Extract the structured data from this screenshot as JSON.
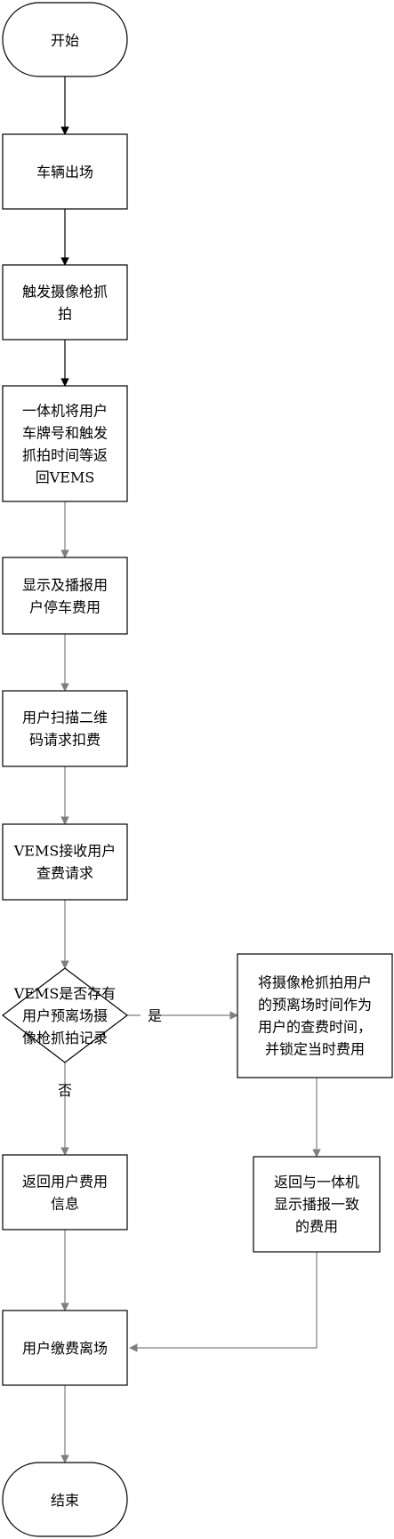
{
  "nodes": {
    "start": {
      "lines": [
        "开始"
      ]
    },
    "vehicle_exit": {
      "lines": [
        "车辆出场"
      ]
    },
    "trigger_capture": {
      "lines": [
        "触发摄像枪抓",
        "拍"
      ]
    },
    "kiosk_return": {
      "lines": [
        "一体机将用户",
        "车牌号和触发",
        "抓拍时间等返",
        "回VEMS"
      ]
    },
    "display_fee": {
      "lines": [
        "显示及播报用",
        "户停车费用"
      ]
    },
    "scan_qr": {
      "lines": [
        "用户扫描二维",
        "码请求扣费"
      ]
    },
    "vems_receive": {
      "lines": [
        "VEMS接收用户",
        "查费请求"
      ]
    },
    "decision": {
      "lines": [
        "VEMS是否存有",
        "用户预离场摄",
        "像枪抓拍记录"
      ]
    },
    "lock_fee": {
      "lines": [
        "将摄像枪抓拍用户",
        "的预离场时间作为",
        "用户的查费时间，",
        "并锁定当时费用"
      ]
    },
    "return_fee_info": {
      "lines": [
        "返回用户费用",
        "信息"
      ]
    },
    "return_consistent": {
      "lines": [
        "返回与一体机",
        "显示播报一致",
        "的费用"
      ]
    },
    "pay_exit": {
      "lines": [
        "用户缴费离场"
      ]
    },
    "end": {
      "lines": [
        "结束"
      ]
    }
  },
  "edge_labels": {
    "yes": "是",
    "no": "否"
  }
}
